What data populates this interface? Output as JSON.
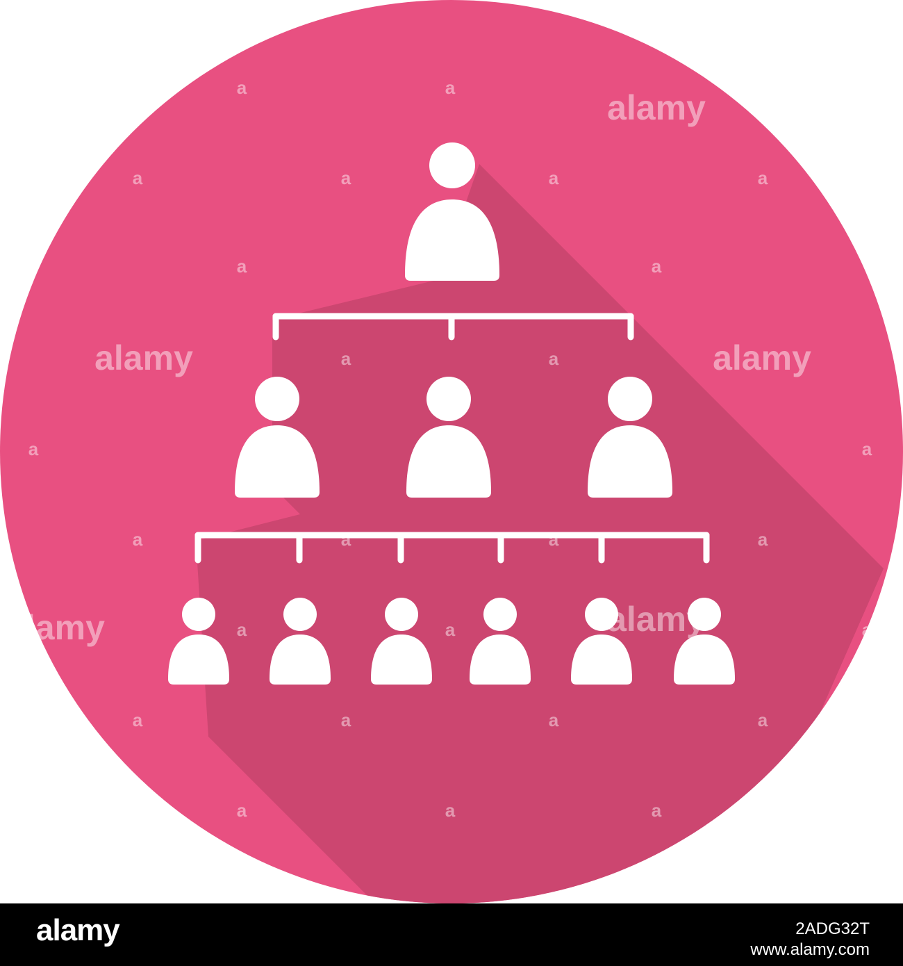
{
  "colors": {
    "background": "#ffffff",
    "circle": "#e85081",
    "shadow": "#cc4670",
    "figure": "#ffffff",
    "watermark": "rgba(255,255,255,0.45)",
    "footer": "#000000"
  },
  "icon": {
    "name": "organization-hierarchy-icon",
    "levels": [
      1,
      3,
      6
    ]
  },
  "watermark": {
    "word": "alamy",
    "mark": "a"
  },
  "footer": {
    "logo": "alamy",
    "image_id": "2ADG32T",
    "site": "www.alamy.com"
  }
}
